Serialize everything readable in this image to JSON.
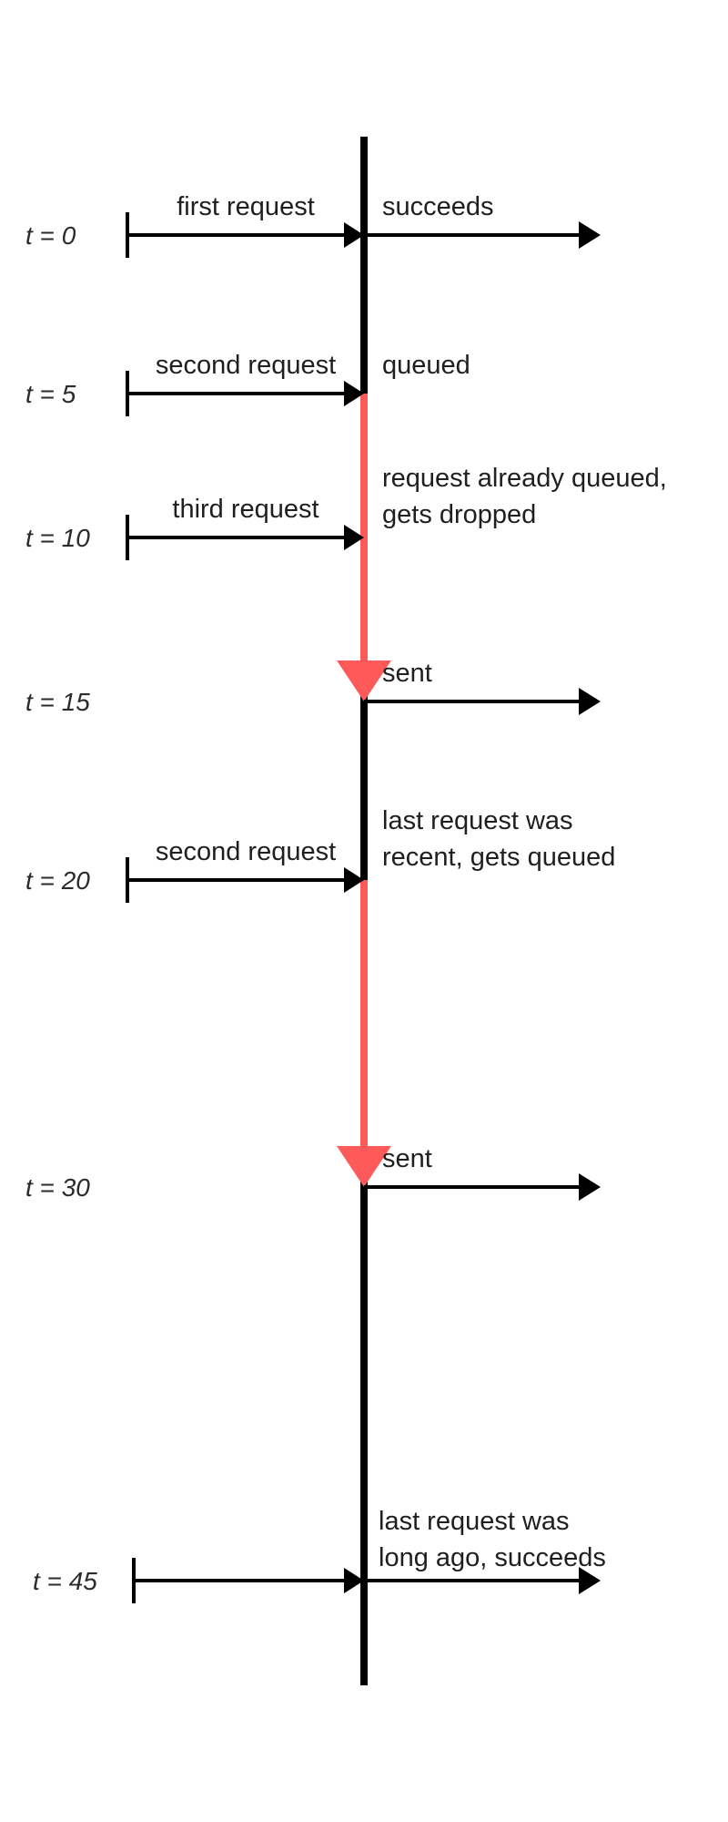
{
  "colors": {
    "line": "#000000",
    "queued": "#ff5a5a",
    "text": "#1f1f1f"
  },
  "events": [
    {
      "time_label": "t = 0",
      "request_label": "first request",
      "note": [
        "succeeds"
      ],
      "outgoing": true
    },
    {
      "time_label": "t = 5",
      "request_label": "second request",
      "note": [
        "queued"
      ],
      "outgoing": false
    },
    {
      "time_label": "t = 10",
      "request_label": "third request",
      "note": [
        "request already queued,",
        "gets dropped"
      ],
      "outgoing": false
    },
    {
      "time_label": "t = 15",
      "request_label": "",
      "note": [
        "sent"
      ],
      "outgoing": true
    },
    {
      "time_label": "t = 20",
      "request_label": "second request",
      "note": [
        "last request was",
        "recent, gets queued"
      ],
      "outgoing": false
    },
    {
      "time_label": "t = 30",
      "request_label": "",
      "note": [
        "sent"
      ],
      "outgoing": true
    },
    {
      "time_label": "t = 45",
      "request_label": "",
      "note": [
        "last request was",
        "long ago, succeeds"
      ],
      "outgoing": true
    }
  ],
  "queued_intervals": [
    {
      "from": "t = 5",
      "to": "t = 15"
    },
    {
      "from": "t = 20",
      "to": "t = 30"
    }
  ]
}
